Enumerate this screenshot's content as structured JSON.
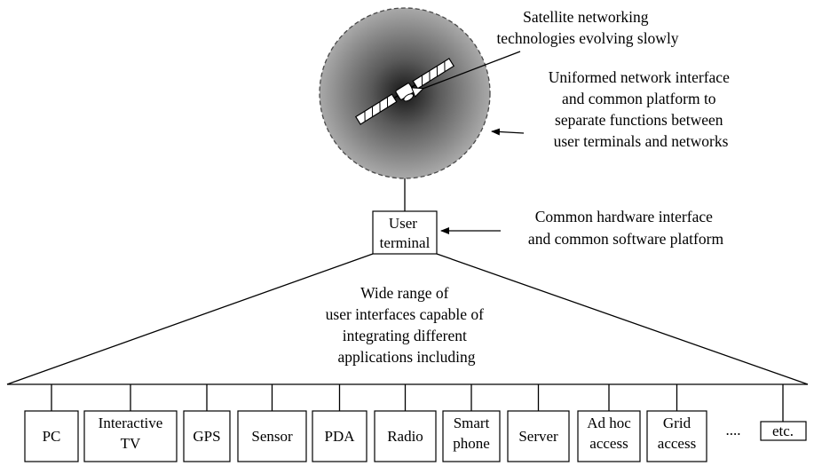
{
  "satellite_note": {
    "lines": [
      "Satellite networking",
      "technologies evolving slowly"
    ]
  },
  "interface_note": {
    "lines": [
      "Uniformed network interface",
      "and common platform to",
      "separate functions between",
      "user terminals and networks"
    ]
  },
  "user_terminal": {
    "lines": [
      "User",
      "terminal"
    ]
  },
  "terminal_note": {
    "lines": [
      "Common hardware interface",
      "and common software platform"
    ]
  },
  "range_note": {
    "lines": [
      "Wide range of",
      "user interfaces capable of",
      "integrating different",
      "applications including"
    ]
  },
  "devices": [
    {
      "lines": [
        "PC"
      ]
    },
    {
      "lines": [
        "Interactive",
        "TV"
      ]
    },
    {
      "lines": [
        "GPS"
      ]
    },
    {
      "lines": [
        "Sensor"
      ]
    },
    {
      "lines": [
        "PDA"
      ]
    },
    {
      "lines": [
        "Radio"
      ]
    },
    {
      "lines": [
        "Smart",
        "phone"
      ]
    },
    {
      "lines": [
        "Server"
      ]
    },
    {
      "lines": [
        "Ad hoc",
        "access"
      ]
    },
    {
      "lines": [
        "Grid",
        "access"
      ]
    }
  ],
  "ellipsis": "....",
  "etc_box": {
    "lines": [
      "etc."
    ]
  }
}
